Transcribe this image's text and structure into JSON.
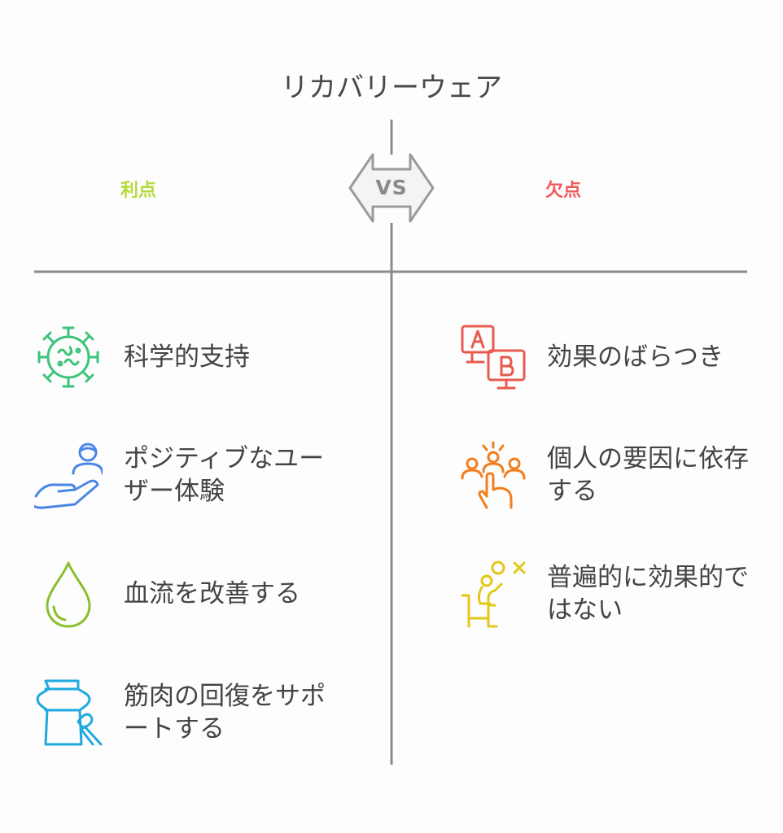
{
  "title": "リカバリーウェア",
  "vs_label": "VS",
  "columns": {
    "pros": {
      "heading": "利点",
      "color": "#b3dc3a",
      "items": [
        {
          "text": "科学的支持",
          "icon": "virus-icon",
          "color": "#3cc47c"
        },
        {
          "text": "ポジティブなユーザー体験",
          "icon": "hand-user-icon",
          "color": "#4a86e8"
        },
        {
          "text": "血流を改善する",
          "icon": "water-drop-icon",
          "color": "#8bbf2e"
        },
        {
          "text": "筋肉の回復をサポートする",
          "icon": "pot-brush-icon",
          "color": "#1fa9e1"
        }
      ]
    },
    "cons": {
      "heading": "欠点",
      "color": "#f05a5a",
      "items": [
        {
          "text": "効果のばらつき",
          "icon": "ab-test-icon",
          "color": "#e85a4f"
        },
        {
          "text": "個人の要因に依存する",
          "icon": "group-choice-icon",
          "color": "#f07e1e"
        },
        {
          "text": "普遍的に効果的ではない",
          "icon": "person-decision-icon",
          "color": "#e3c81a"
        }
      ]
    }
  }
}
